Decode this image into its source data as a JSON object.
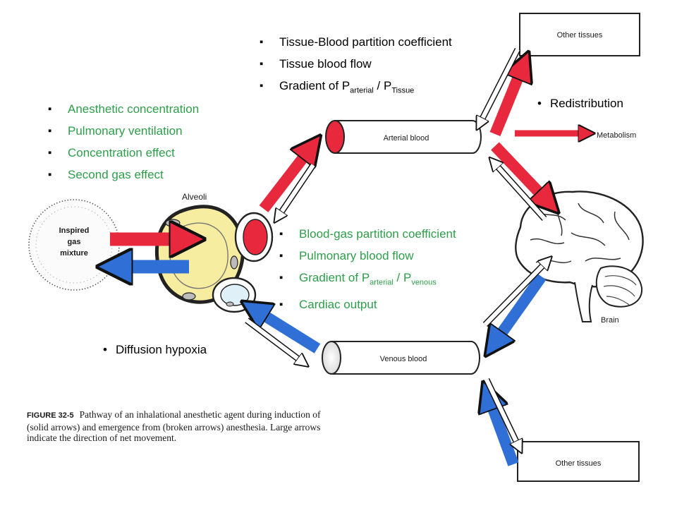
{
  "lists": {
    "tissue_factors": [
      {
        "main": "Tissue-Blood partition coefficient"
      },
      {
        "main": "Tissue blood flow"
      },
      {
        "main": "Gradient of P",
        "sub1": "arterial",
        "mid": " / P",
        "sub2": "Tissue"
      }
    ],
    "inspired_factors": [
      "Anesthetic concentration",
      "Pulmonary ventilation",
      "Concentration effect",
      "Second gas effect"
    ],
    "blood_factors": [
      {
        "main": "Blood-gas partition coefficient"
      },
      {
        "main": "Pulmonary blood flow"
      },
      {
        "main": "Gradient of P",
        "sub1": "arterial",
        "mid": " / P",
        "sub2": "venous"
      },
      {
        "main": "Cardiac output"
      }
    ]
  },
  "notes": {
    "redistribution": "Redistribution",
    "diffusion_hypoxia": "Diffusion hypoxia"
  },
  "labels": {
    "other_tissues_top": "Other tissues",
    "other_tissues_bottom": "Other tissues",
    "metabolism": "Metabolism",
    "arterial_blood": "Arterial blood",
    "venous_blood": "Venous blood",
    "alveoli": "Alveoli",
    "inspired_1": "Inspired",
    "inspired_2": "gas",
    "inspired_3": "mixture",
    "brain": "Brain"
  },
  "caption": {
    "figure_no": "FIGURE 32-5",
    "text": "Pathway of an inhalational anesthetic agent during induction of (solid arrows) and emergence from (broken arrows) anesthesia. Large arrows indicate the direction of net movement."
  },
  "colors": {
    "induction_red": "#e8283c",
    "emergence_blue": "#2f6fd6",
    "factor_green": "#2e9e4a",
    "alveoli_fill": "#f6eda0"
  }
}
